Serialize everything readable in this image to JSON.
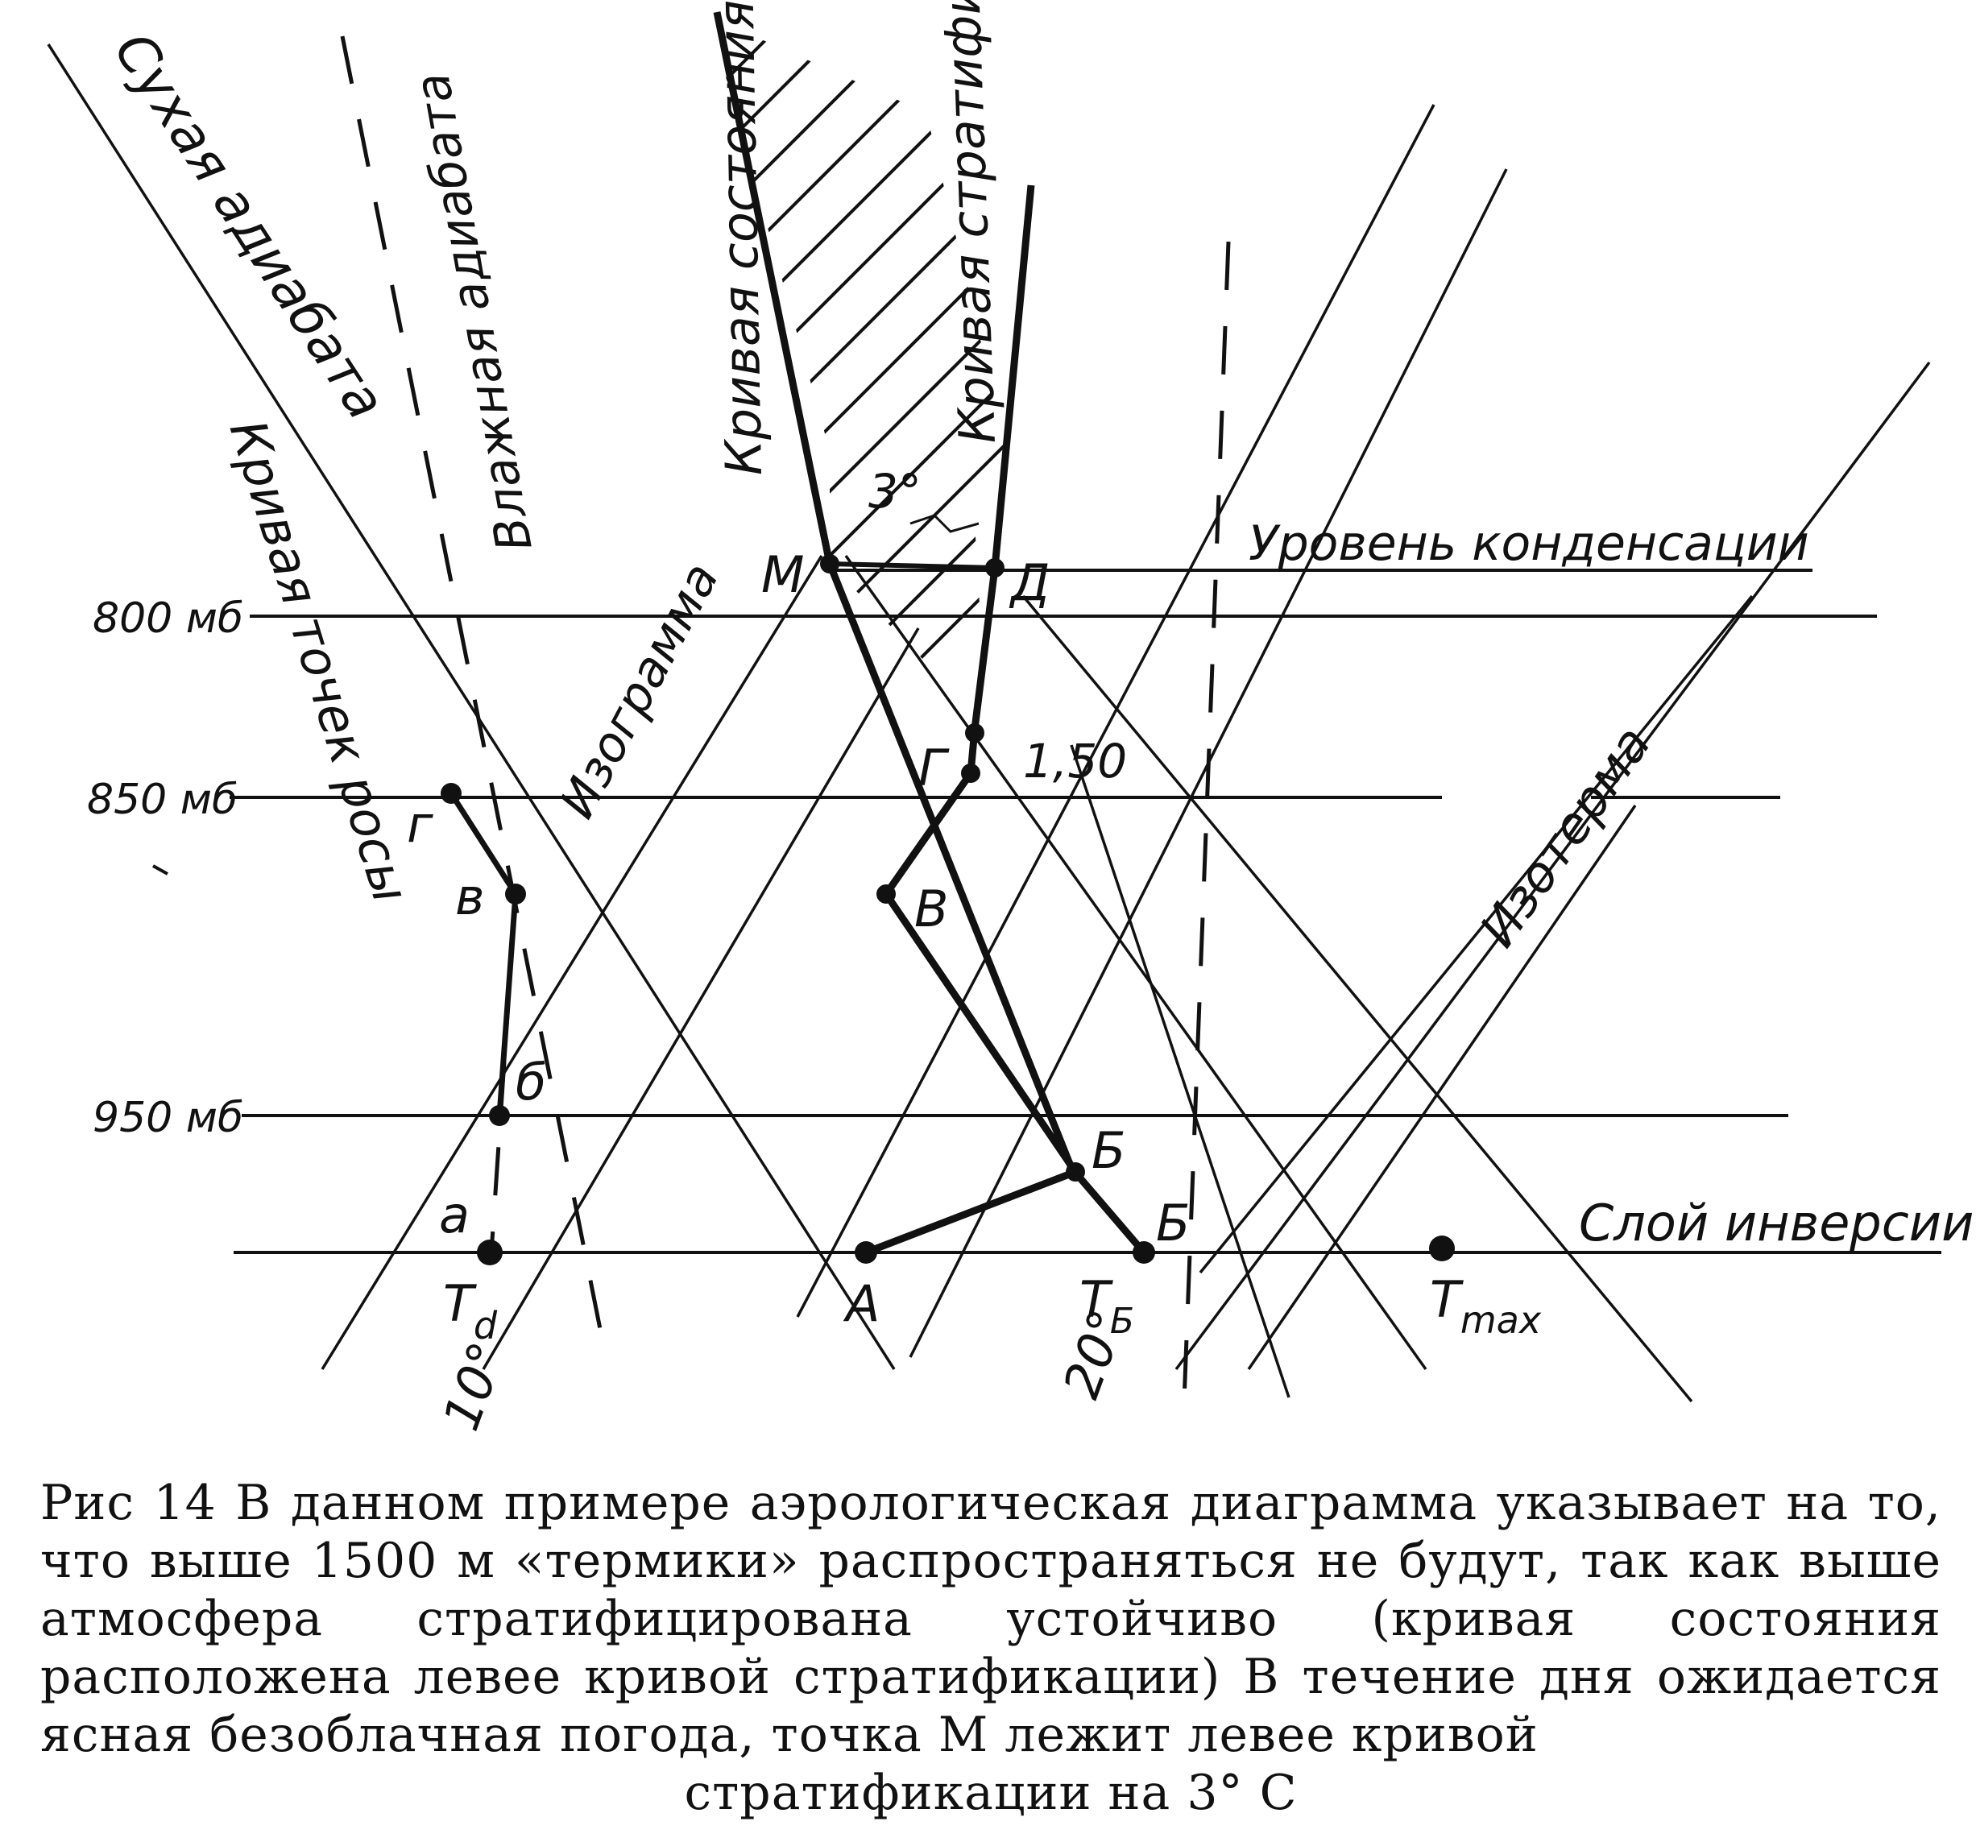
{
  "diagram": {
    "labels": {
      "dry_adiabat": "Сухая адиабата",
      "moist_adiabat": "Влажная адиабата",
      "state_curve": "Кривая состояния",
      "stratification_curve": "Кривая стратификация",
      "dew_point_curve": "Кривая точек росы",
      "isogram": "Изограмма",
      "isotherm": "Изотерма",
      "condensation_level": "Уровень конденсации",
      "inversion_layer": "Слой инверсии",
      "p800": "800 мб",
      "p850": "850 мб",
      "p950": "950 мб",
      "deg10": "10°",
      "deg20": "20°",
      "diff3": "3°",
      "height150": "1,50"
    },
    "points": {
      "M": "М",
      "D": "Д",
      "G": "Г",
      "V": "В",
      "B1": "Б",
      "B2": "Б",
      "A": "А",
      "g_small": "г",
      "v_small": "в",
      "b_small": "б",
      "a_small": "а",
      "Td_main": "T",
      "Td_sub": "d",
      "Tb_main": "T",
      "Tb_sub": "Б",
      "Tmax_main": "T",
      "Tmax_sub": "max"
    }
  },
  "caption": {
    "body": "Рис 14 В данном примере аэрологическая диаграмма указывает на то, что выше 1500 м «термики» распространяться не будут, так как выше атмосфера стратифицирована устойчиво (кривая состояния расположена левее кривой стратификации) В течение дня ожидается ясная безоблачная погода, точка М лежит левее кривой",
    "last_line": "стратификации на 3° С"
  }
}
